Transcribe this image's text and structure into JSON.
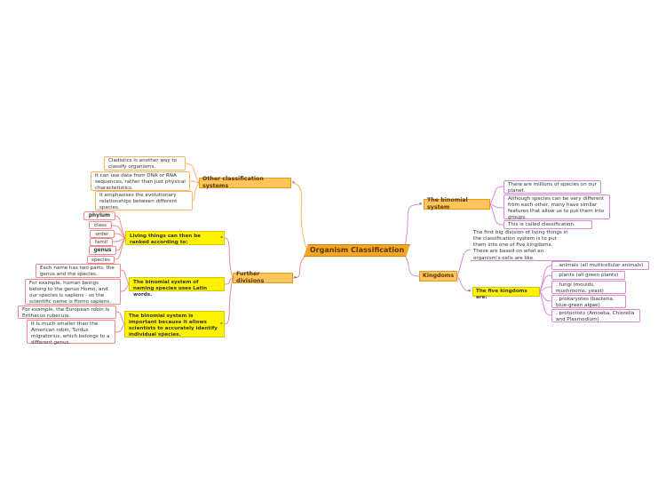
{
  "center": {
    "label": "Organism Classification"
  },
  "collapse_symbol": "-",
  "other_systems": {
    "label": "Other classification systems",
    "children": [
      "Cladistics is another way to classify organisms.",
      "It can use data from DNA or RNA sequences, rather than just physical characteristics.",
      "It emphasises the evolutionary relationships between different species."
    ]
  },
  "further_divisions": {
    "label": "Further divisions",
    "ranked": {
      "label": "Living things can then be ranked according to:",
      "ranks": [
        "phylum",
        "class",
        "order",
        "family",
        "genus",
        "species"
      ]
    },
    "naming": {
      "label": "The binomial system of naming species uses Latin words.",
      "children": [
        "Each name has two parts, the genus and the species.",
        "For example, human beings belong to the genus Homo, and our species is sapiens - so the scientific name is Homo sapiens."
      ]
    },
    "important": {
      "label": "The binomial system is important because it allows scientists to accurately identify individual species.",
      "children": [
        "For example, the European robin is Erithacus rubecula.",
        "It is much smaller than the American robin, Turdus migratorius, which belongs to a different genus."
      ]
    }
  },
  "binomial_system": {
    "label": "The binomial system",
    "children": [
      "There are millions of species on our planet.",
      "Although species can be very different from each other, many have similar features that allow us to put them into groups.",
      "This is called classification."
    ]
  },
  "kingdoms": {
    "label": "Kingdoms",
    "intro": "The first big division of living things in the classification system is to put them into one of five kingdoms. These are based on what an organism's cells are like.",
    "five": {
      "label": "The five kingdoms are:",
      "items": [
        ". animals (all multicellular animals)",
        ". plants (all green plants)",
        ". fungi (moulds, mushrooms, yeast)",
        ". prokaryotes (bacteria, blue-green algae)",
        ". protoctists (Amoeba, Chlorella and Plasmodium)"
      ]
    }
  },
  "colors": {
    "orange_branch": "#f7b46b",
    "purple_branch": "#d88ad8",
    "red_branch": "#ec8b8b",
    "main_topic": "#f5a623",
    "yellow_topic": "#fff200"
  }
}
